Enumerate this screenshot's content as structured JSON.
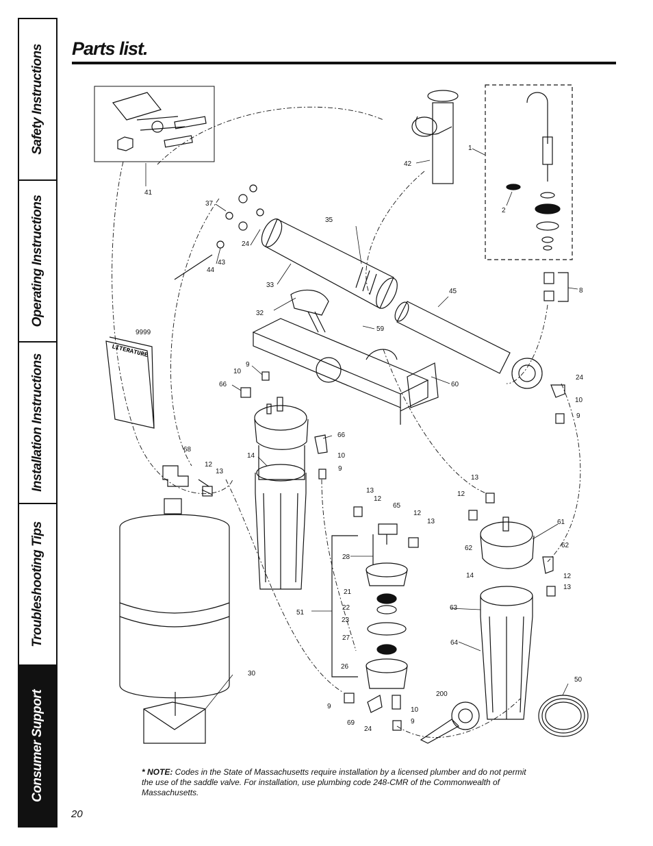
{
  "tabs": [
    {
      "label": "Safety Instructions",
      "active": false
    },
    {
      "label": "Operating Instructions",
      "active": false
    },
    {
      "label": "Installation Instructions",
      "active": false
    },
    {
      "label": "Troubleshooting Tips",
      "active": false
    },
    {
      "label": "Consumer Support",
      "active": true
    }
  ],
  "title": "Parts list.",
  "literature_label": "LITERATURE",
  "callouts": {
    "c1": "1",
    "c2": "2",
    "c8": "8",
    "c9a": "9",
    "c9b": "9",
    "c9c": "9",
    "c9d": "9",
    "c9e": "9",
    "c10a": "10",
    "c10b": "10",
    "c10c": "10",
    "c10d": "10",
    "c12a": "12",
    "c12b": "12",
    "c12c": "12",
    "c12d": "12",
    "c12e": "12",
    "c13a": "13",
    "c13b": "13",
    "c13c": "13",
    "c13d": "13",
    "c13e": "13",
    "c14a": "14",
    "c14b": "14",
    "c21": "21",
    "c22": "22",
    "c23": "23",
    "c24a": "24",
    "c24b": "24",
    "c24c": "24",
    "c26": "26",
    "c27": "27",
    "c28": "28",
    "c30": "30",
    "c32": "32",
    "c33": "33",
    "c35": "35",
    "c37": "37",
    "c41": "41",
    "c42": "42",
    "c43": "43",
    "c44": "44",
    "c45": "45",
    "c50": "50",
    "c51": "51",
    "c59": "59",
    "c60": "60",
    "c61": "61",
    "c62a": "62",
    "c62b": "62",
    "c63": "63",
    "c64": "64",
    "c65": "65",
    "c66a": "66",
    "c66b": "66",
    "c68": "68",
    "c69": "69",
    "c200": "200",
    "c9999": "9999"
  },
  "note": {
    "prefix": "* NOTE:",
    "text": " Codes in the State of Massachusetts require installation by a licensed plumber and do not permit the use of the saddle valve. For installation, use plumbing code 248-CMR of the Commonwealth of Massachusetts."
  },
  "page_number": "20"
}
